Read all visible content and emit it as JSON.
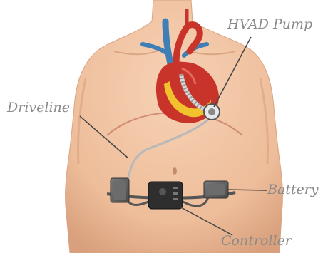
{
  "labels": {
    "hvad_pump": "HVAD Pump",
    "driveline": "Driveline",
    "battery": "Battery",
    "controller": "Controller"
  },
  "colors": {
    "skin": "#f1c7a6",
    "skin_shadow": "#d9a383",
    "heart": "#c8342a",
    "fat": "#f2c12e",
    "vessel_blue": "#3f7fb6",
    "device_dark": "#333333",
    "label_gray": "#8a8a8a"
  }
}
